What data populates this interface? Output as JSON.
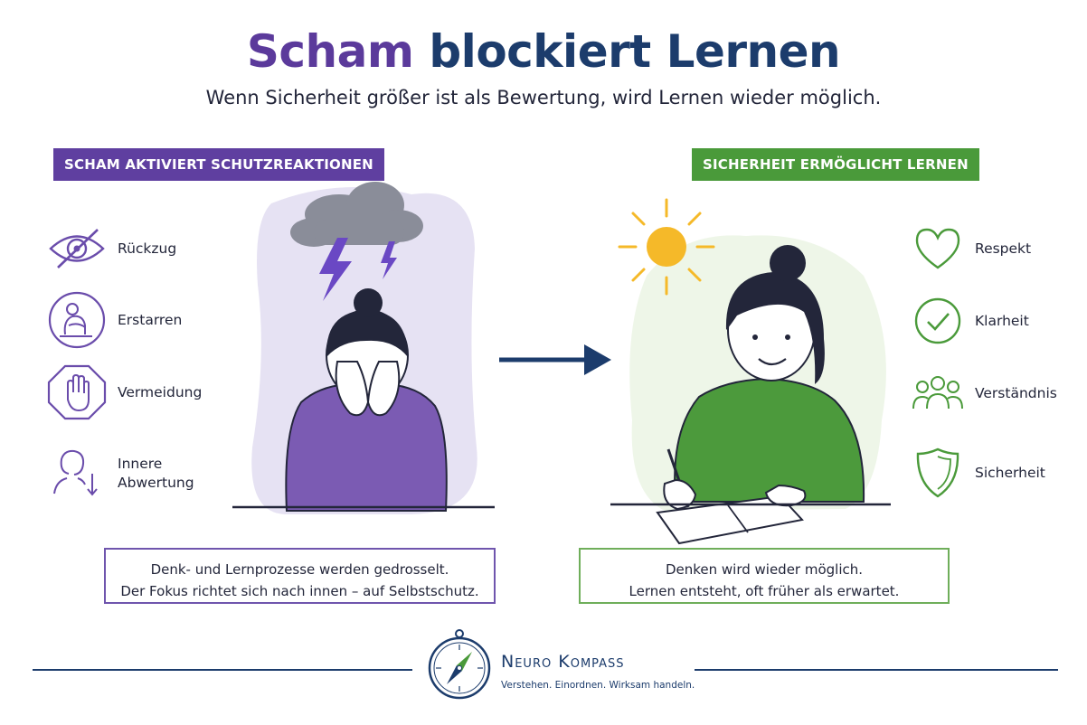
{
  "header": {
    "title_part1": "Scham",
    "title_part2": "blockiert Lernen",
    "subtitle": "Wenn Sicherheit größer ist als Bewertung, wird Lernen wieder möglich."
  },
  "left": {
    "badge": "SCHAM AKTIVIERT SCHUTZREAKTIONEN",
    "items": [
      {
        "label": "Rückzug",
        "icon": "crossed-eye-icon"
      },
      {
        "label": "Erstarren",
        "icon": "curled-person-icon"
      },
      {
        "label": "Vermeidung",
        "icon": "stop-hand-icon"
      },
      {
        "label_line1": "Innere",
        "label_line2": "Abwertung",
        "icon": "person-down-arrow-icon"
      }
    ],
    "box_line1": "Denk- und Lernprozesse werden gedrosselt.",
    "box_line2": "Der Fokus richtet sich nach innen – auf Selbstschutz."
  },
  "right": {
    "badge": "SICHERHEIT ERMÖGLICHT LERNEN",
    "items": [
      {
        "label": "Respekt",
        "icon": "heart-icon"
      },
      {
        "label": "Klarheit",
        "icon": "check-circle-icon"
      },
      {
        "label": "Verständnis",
        "icon": "group-icon"
      },
      {
        "label": "Sicherheit",
        "icon": "shield-icon"
      }
    ],
    "box_line1": "Denken wird wieder möglich.",
    "box_line2": "Lernen entsteht, oft früher als erwartet."
  },
  "footer": {
    "brand": "Neuro Kompass",
    "tagline": "Verstehen. Einordnen. Wirksam handeln."
  },
  "colors": {
    "purple": "#5f3fa0",
    "green": "#4a9a3a",
    "navy": "#1c3c6c"
  }
}
